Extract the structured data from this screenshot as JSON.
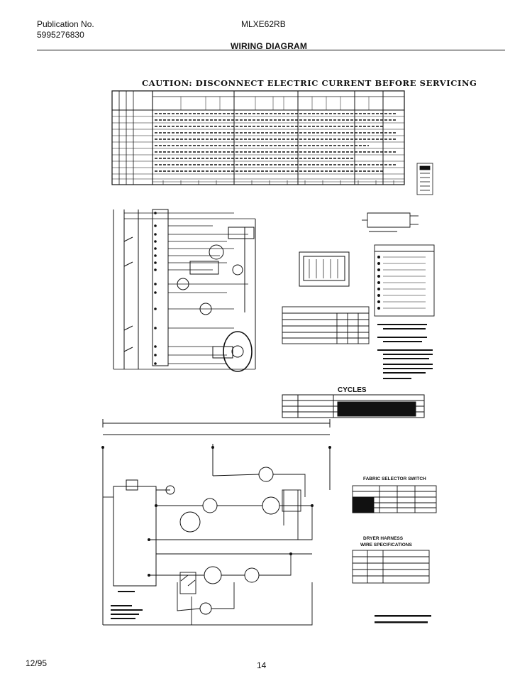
{
  "header": {
    "publication_label": "Publication No.",
    "publication_number": "5995276830",
    "model": "MLXE62RB",
    "title": "WIRING DIAGRAM"
  },
  "caution": "CAUTION: DISCONNECT ELECTRIC CURRENT BEFORE SERVICING",
  "labels": {
    "cycles": "CYCLES",
    "fabric_selector_switch": "FABRIC SELECTOR SWITCH",
    "dryer_harness": "DRYER HARNESS",
    "wire_specifications": "WIRE SPECIFICATIONS"
  },
  "footer": {
    "date": "12/95",
    "page": "14"
  },
  "colors": {
    "ink": "#111111",
    "paper": "#ffffff"
  }
}
